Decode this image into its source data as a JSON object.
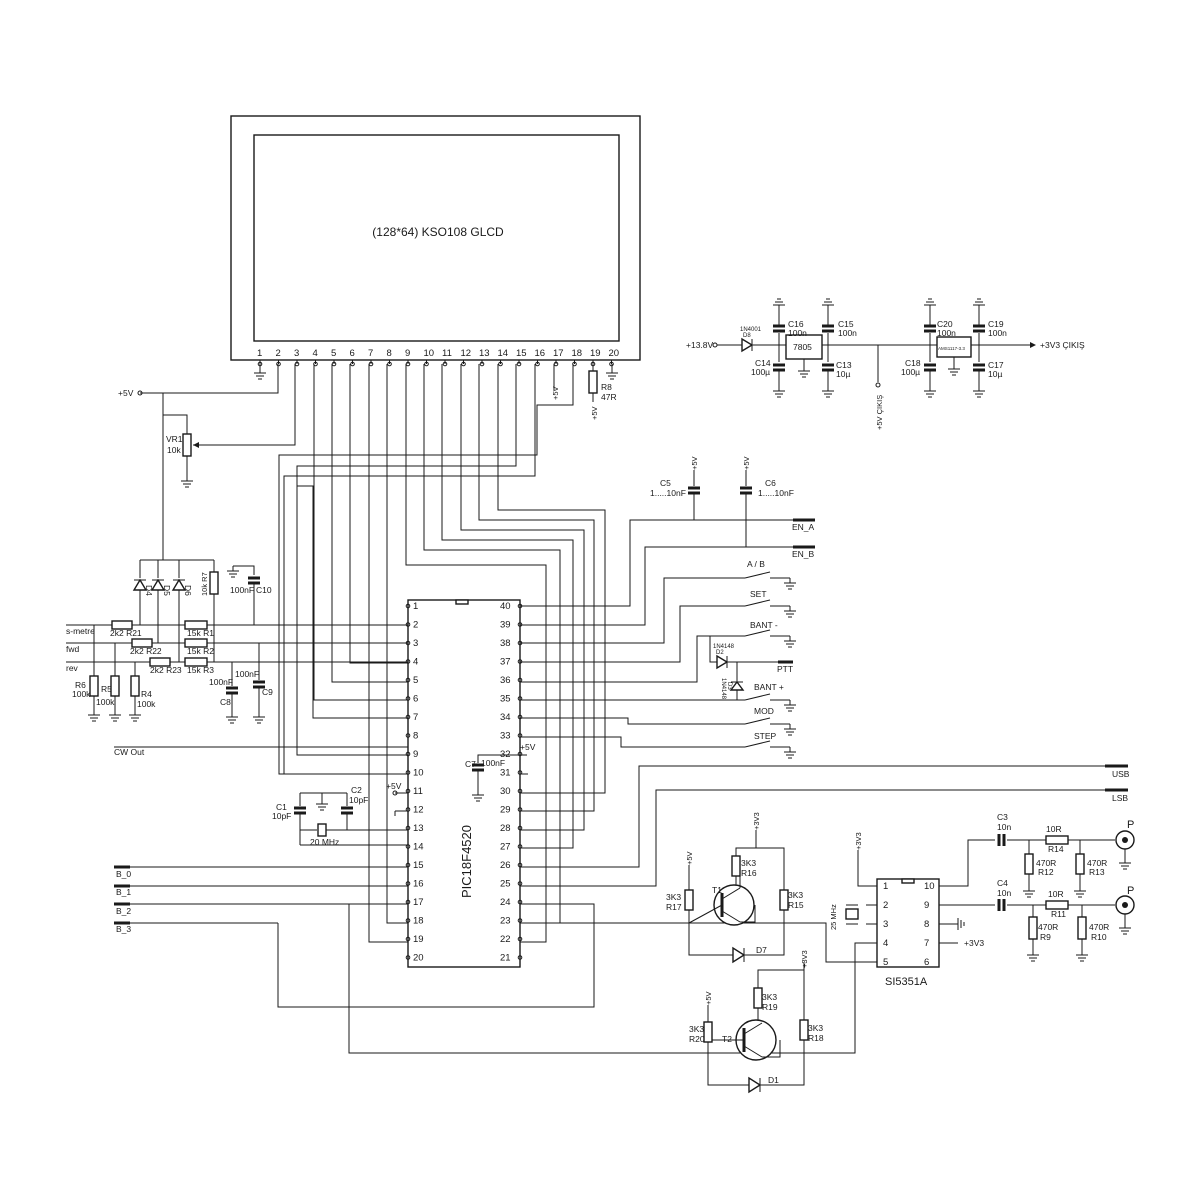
{
  "lcd": {
    "title": "(128*64) KSO108 GLCD",
    "pins": [
      "1",
      "2",
      "3",
      "4",
      "5",
      "6",
      "7",
      "8",
      "9",
      "10",
      "11",
      "12",
      "13",
      "14",
      "15",
      "16",
      "17",
      "18",
      "19",
      "20"
    ]
  },
  "mcu": {
    "name": "PIC18F4520",
    "left_pins": [
      "1",
      "2",
      "3",
      "4",
      "5",
      "6",
      "7",
      "8",
      "9",
      "10",
      "11",
      "12",
      "13",
      "14",
      "15",
      "16",
      "17",
      "18",
      "19",
      "20"
    ],
    "right_pins": [
      "40",
      "39",
      "38",
      "37",
      "36",
      "35",
      "34",
      "33",
      "32",
      "31",
      "30",
      "29",
      "28",
      "27",
      "26",
      "25",
      "24",
      "23",
      "22",
      "21"
    ]
  },
  "si": {
    "name": "SI5351A",
    "left_pins": [
      "1",
      "2",
      "3",
      "4",
      "5"
    ],
    "right_pins": [
      "10",
      "9",
      "8",
      "7",
      "6"
    ],
    "xtal": "25 MHz",
    "supply": "+3V3",
    "out": "+3V3"
  },
  "psu": {
    "input": "+13.8V",
    "d8": "D8",
    "d8_type": "1N4001",
    "c16": "C16",
    "c16_v": "100n",
    "c15": "C15",
    "c15_v": "100n",
    "c14": "C14",
    "c14_v": "100µ",
    "c13": "C13",
    "c13_v": "10µ",
    "reg1": "7805",
    "out5": "+5V ÇIKIŞ",
    "c20": "C20",
    "c20_v": "100n",
    "c19": "C19",
    "c19_v": "100n",
    "c18": "C18",
    "c18_v": "100µ",
    "c17": "C17",
    "c17_v": "10µ",
    "reg2": "AMS1117-3.3",
    "out33": "+3V3 ÇIKIŞ"
  },
  "rails": {
    "p5": "+5V",
    "p33": "+3V3"
  },
  "parts": {
    "vr1": "VR1",
    "vr1_v": "10k",
    "r8": "R8",
    "r8_v": "47R",
    "c5": "C5",
    "c5_v": "1.....10nF",
    "c6": "C6",
    "c6_v": "1.....10nF",
    "d4": "D4",
    "d5": "D5",
    "d6": "D6",
    "r7": "10k R7",
    "c10_v": "100nF",
    "c10": "C10",
    "r21": "2k2 R21",
    "r22": "2k2 R22",
    "r23": "2k2 R23",
    "r1": "15k R1",
    "r2": "15k R2",
    "r3": "15k R3",
    "r6": "R6",
    "r6_v": "100k",
    "r5": "R5",
    "r5_v": "100k",
    "r4": "R4",
    "r4_v": "100k",
    "c8_v": "100nF",
    "c8": "C8",
    "c9_v": "100nF",
    "c9": "C9",
    "c1": "C1",
    "c1_v": "10pF",
    "c2": "C2",
    "c2_v": "10pF",
    "xtal": "20 MHz",
    "c7_v": "100nF",
    "c7": "C7",
    "d2": "D2",
    "d2_type": "1N4148",
    "d3": "D3",
    "d3_type": "1N4148",
    "t1": "T1",
    "t2": "T2",
    "d7": "D7",
    "d1": "D1",
    "r16_v": "3K3",
    "r16": "R16",
    "r15_v": "3K3",
    "r15": "R15",
    "r17_v": "3K3",
    "r17": "R17",
    "r19_v": "3K3",
    "r19": "R19",
    "r18_v": "3K3",
    "r18": "R18",
    "r20_v": "3K3",
    "r20": "R20",
    "c3": "C3",
    "c3_v": "10n",
    "c4": "C4",
    "c4_v": "10n",
    "r14_v": "10R",
    "r14": "R14",
    "r11_v": "10R",
    "r11": "R11",
    "r12_v": "470R",
    "r12": "R12",
    "r13_v": "470R",
    "r13": "R13",
    "r9_v": "470R",
    "r9": "R9",
    "r10_v": "470R",
    "r10": "R10",
    "port": "P"
  },
  "signals": {
    "en_a": "EN_A",
    "en_b": "EN_B",
    "ab": "A / B",
    "set": "SET",
    "bant_m": "BANT -",
    "ptt": "PTT",
    "bant_p": "BANT +",
    "mod": "MOD",
    "step": "STEP",
    "usb": "USB",
    "lsb": "LSB",
    "smetre": "s-metre",
    "fwd": "fwd",
    "rev": "rev",
    "cw": "CW Out",
    "b0": "B_0",
    "b1": "B_1",
    "b2": "B_2",
    "b3": "B_3"
  }
}
